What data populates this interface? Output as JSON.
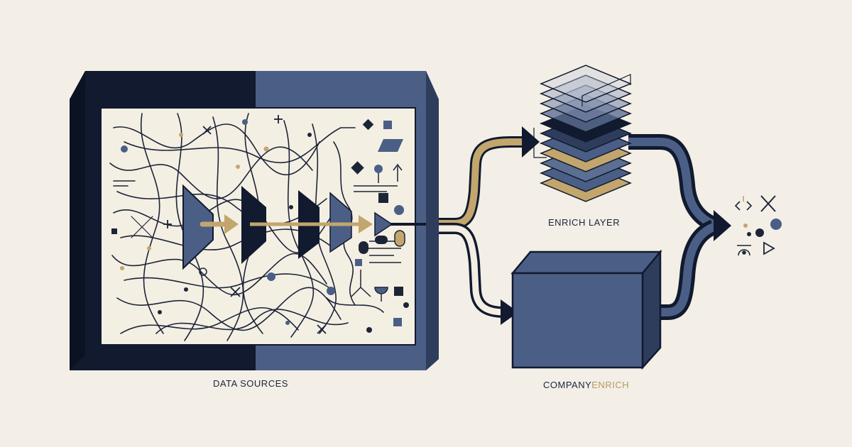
{
  "labels": {
    "data_sources": "DATA SOURCES",
    "enrich_layer": "ENRICH LAYER",
    "company_prefix": "COMPANY",
    "company_suffix": "ENRICH"
  },
  "colors": {
    "background": "#f3efe7",
    "navy_dark": "#111a2e",
    "navy_mid": "#4b5f86",
    "gold": "#c2a66d",
    "panel": "#f4efe3"
  },
  "icons": [
    "arrow-icon",
    "chevron-icon",
    "cross-icon",
    "diamond-icon",
    "circle-icon",
    "triangle-icon"
  ]
}
